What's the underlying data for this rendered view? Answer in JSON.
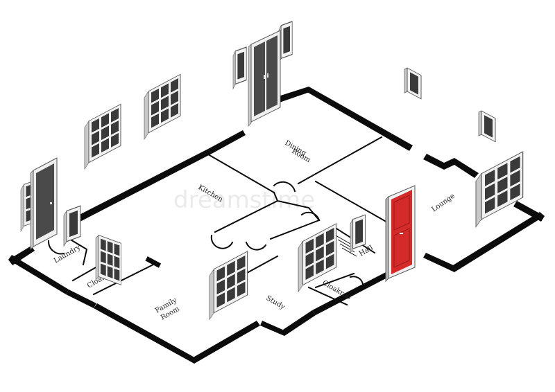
{
  "rooms": {
    "dining": [
      "Dining",
      "Room"
    ],
    "kitchen": "Kitchen",
    "lounge": "Lounge",
    "laundry": "Laundry",
    "cloakroom_left": "Cloakroo",
    "family": [
      "Family",
      "Room"
    ],
    "study": "Study",
    "hall": "Hall",
    "cloakroom_right": "Cloakroo"
  },
  "watermark": "dreamstime",
  "colors": {
    "wall": "#0b0b0b",
    "front_door": "#d42a2a",
    "door_grey": "#4a4a4a",
    "window_frame": "#f2f2f2",
    "window_pane": "#3a3a3a"
  }
}
